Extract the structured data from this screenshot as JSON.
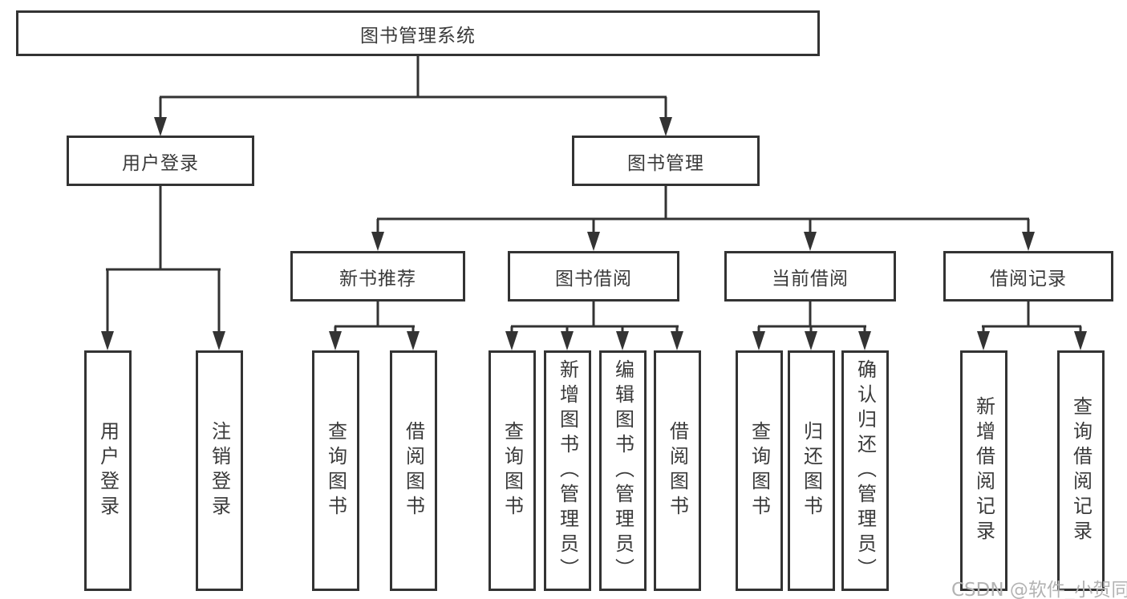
{
  "diagram": {
    "root": {
      "label": "图书管理系统",
      "children": [
        {
          "label": "用户登录",
          "children": [
            {
              "label": "用户登录"
            },
            {
              "label": "注销登录"
            }
          ]
        },
        {
          "label": "图书管理",
          "children": [
            {
              "label": "新书推荐",
              "children": [
                {
                  "label": "查询图书"
                },
                {
                  "label": "借阅图书"
                }
              ]
            },
            {
              "label": "图书借阅",
              "children": [
                {
                  "label": "查询图书"
                },
                {
                  "label": "新增图书（管理员）"
                },
                {
                  "label": "编辑图书（管理员）"
                },
                {
                  "label": "借阅图书"
                }
              ]
            },
            {
              "label": "当前借阅",
              "children": [
                {
                  "label": "查询图书"
                },
                {
                  "label": "归还图书"
                },
                {
                  "label": "确认归还（管理员）"
                }
              ]
            },
            {
              "label": "借阅记录",
              "children": [
                {
                  "label": "新增借阅记录"
                },
                {
                  "label": "查询借阅记录"
                }
              ]
            }
          ]
        }
      ]
    },
    "watermark": "CSDN @软件_小贺同学",
    "colors": {
      "line": "#333333",
      "text": "#3a3a3a",
      "background": "#ffffff",
      "watermark": "#b3b3b3"
    }
  }
}
